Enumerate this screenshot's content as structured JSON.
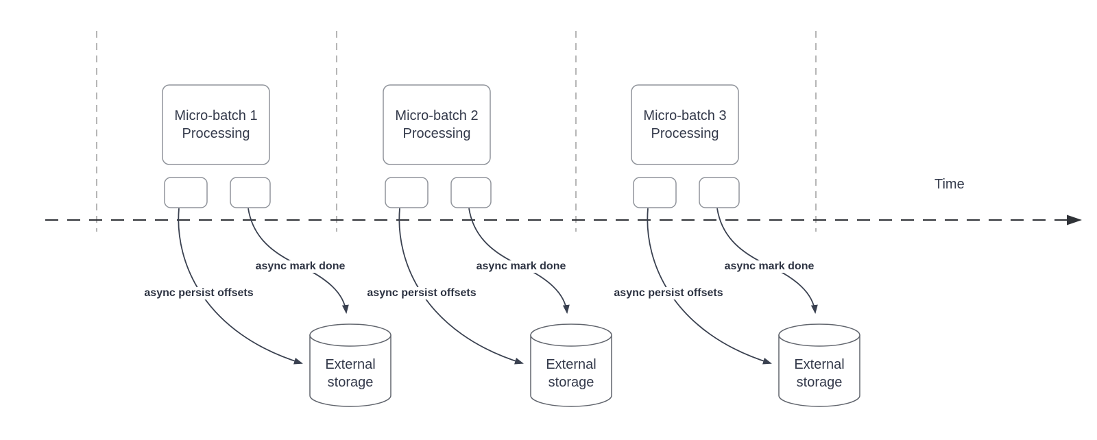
{
  "diagram": {
    "time_label": "Time",
    "clusters": [
      {
        "box_lines": [
          "Micro-batch 1",
          "Processing"
        ],
        "persist_label": "async persist offsets",
        "done_label": "async mark done",
        "storage_lines": [
          "External",
          "storage"
        ]
      },
      {
        "box_lines": [
          "Micro-batch 2",
          "Processing"
        ],
        "persist_label": "async persist offsets",
        "done_label": "async mark done",
        "storage_lines": [
          "External",
          "storage"
        ]
      },
      {
        "box_lines": [
          "Micro-batch 3",
          "Processing"
        ],
        "persist_label": "async persist offsets",
        "done_label": "async mark done",
        "storage_lines": [
          "External",
          "storage"
        ]
      }
    ],
    "colors": {
      "bg": "#ffffff",
      "curve": "#3a4150",
      "timeline": "#2f3237",
      "gridline": "#b6b6b6",
      "box-border": "#90949b",
      "cyl-border": "#61656d",
      "text": "#33394a",
      "label-text": "#2d3342"
    }
  }
}
